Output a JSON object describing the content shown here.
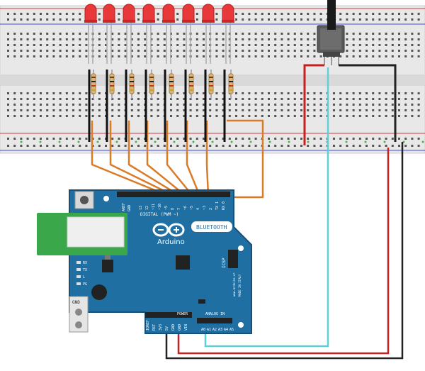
{
  "board": {
    "brand": "Arduino",
    "module_label": "BLUETOOTH",
    "digital_header_label": "DIGITAL (PWM ~)",
    "analog_header_label": "ANALOG IN",
    "power_header_label": "POWER",
    "icsp_label": "ICSP",
    "made_in_label": "MADE IN ITALY",
    "website_label": "www.arduino.cc",
    "aref_label": "AREF",
    "gnd_label": "GND",
    "screw_terminal_label": "GND",
    "tx_label": "TX",
    "rx_label": "RX",
    "led_labels": [
      "RX",
      "TX",
      "L",
      "PG"
    ],
    "digital_pins": [
      "13",
      "12",
      "~11",
      "~10",
      "~9",
      "8",
      "7",
      "~6",
      "~5",
      "4",
      "~3",
      "2",
      "TX 1",
      "RX 0"
    ],
    "analog_pins": [
      "A0",
      "A1",
      "A2",
      "A3",
      "A4",
      "A5"
    ],
    "power_pins": [
      "IOREF",
      "RST",
      "3V3",
      "5V",
      "GND",
      "GND",
      "VIN"
    ]
  },
  "colors": {
    "board_blue": "#1f6fa3",
    "breadboard": "#e9e9e9",
    "rail_red": "#d33b3b",
    "rail_blue": "#3b4fd3",
    "led_red": "#e8383a",
    "wire_orange": "#d97b27",
    "wire_red": "#c62020",
    "wire_black": "#222222",
    "wire_cyan": "#5fd0d6"
  },
  "icons": {
    "leds": "led-icon",
    "resistors": "resistor-icon",
    "potentiometer": "potentiometer-icon",
    "bluetooth_module": "bluetooth-module-icon",
    "arduino_logo": "arduino-logo-icon"
  }
}
